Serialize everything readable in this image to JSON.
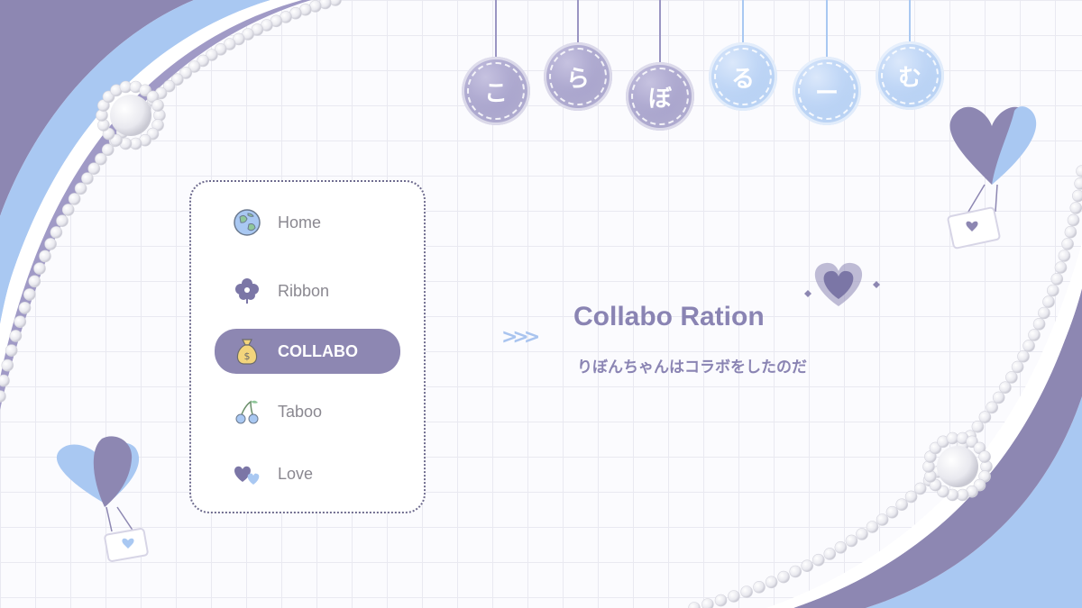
{
  "title_bubbles": [
    "こ",
    "ら",
    "ぼ",
    "る",
    "ー",
    "む"
  ],
  "nav": {
    "items": [
      {
        "label": "Home",
        "icon": "globe-icon",
        "active": false
      },
      {
        "label": "Ribbon",
        "icon": "flower-icon",
        "active": false
      },
      {
        "label": "COLLABO",
        "icon": "money-bag-icon",
        "active": true
      },
      {
        "label": "Taboo",
        "icon": "cherry-icon",
        "active": false
      },
      {
        "label": "Love",
        "icon": "hearts-icon",
        "active": false
      }
    ]
  },
  "content": {
    "arrow": ">>>",
    "title": "Collabo Ration",
    "subtitle": "りぼんちゃんはコラボをしたのだ"
  },
  "colors": {
    "purple": "#8d87b2",
    "light_purple": "#a09ac6",
    "blue": "#a9c8f2",
    "background": "#fbfbfe"
  }
}
